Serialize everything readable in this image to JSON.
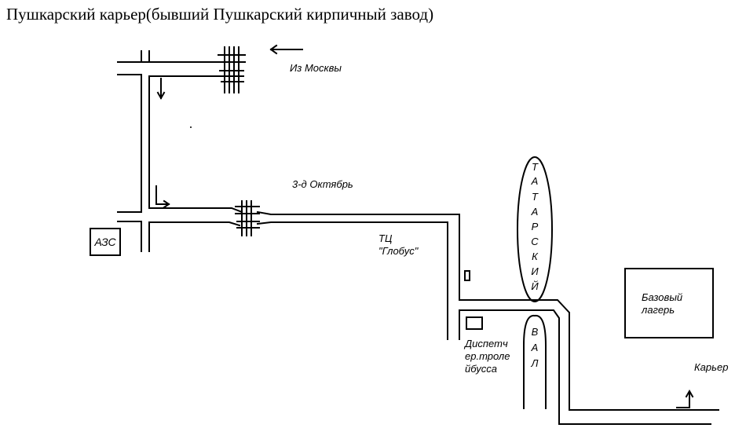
{
  "title": "Пушкарский карьер(бывший Пушкарский кирпичный завод)",
  "labels": {
    "from_moscow": "Из Москвы",
    "street": "3-д Октябрь",
    "mall": "ТЦ\n\"Глобус\"",
    "dispatcher": "Диспетч\nер.троле\nйбусса",
    "base_camp": "Базовый\nлагерь",
    "quarry": "Карьер",
    "gas_station": "АЗС"
  },
  "vertical_labels": {
    "tatarsky": [
      "Т",
      "А",
      "Т",
      "А",
      "Р",
      "С",
      "К",
      "И",
      "Й"
    ],
    "val": [
      "В",
      "А",
      "Л"
    ]
  },
  "colors": {
    "ink": "#000000",
    "background": "#ffffff"
  }
}
